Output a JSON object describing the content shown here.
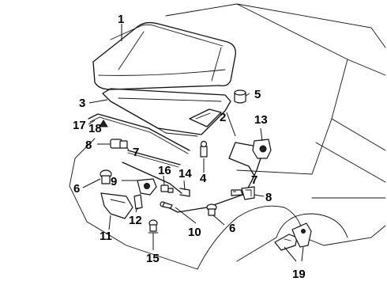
{
  "callouts": {
    "c1": "1",
    "c2": "2",
    "c3": "3",
    "c4": "4",
    "c5": "5",
    "c6a": "6",
    "c6b": "6",
    "c7a": "7",
    "c7b": "7",
    "c8a": "8",
    "c8b": "8",
    "c9": "9",
    "c10": "10",
    "c11": "11",
    "c12": "12",
    "c13": "13",
    "c14": "14",
    "c15": "15",
    "c16": "16",
    "c17": "17",
    "c18": "18",
    "c19": "19"
  }
}
